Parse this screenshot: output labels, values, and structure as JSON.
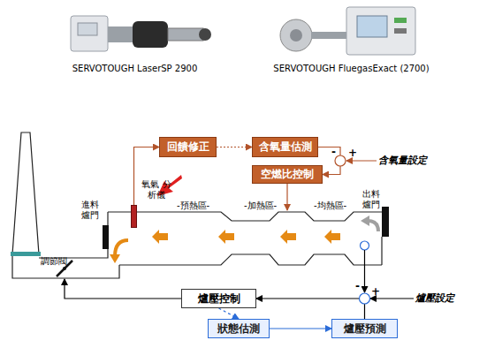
{
  "diagram": {
    "nodes": [
      {
        "text": [
          "回饋修正"
        ]
      },
      {
        "text": [
          "含氧量估測"
        ]
      },
      {
        "text": [
          "空燃比控制"
        ]
      },
      {
        "text": [
          "氧氣 分析儀"
        ]
      },
      {
        "text": [
          "爐壓控制"
        ]
      },
      {
        "text": [
          "狀態估測"
        ]
      },
      {
        "text": [
          "爐壓預測"
        ]
      }
    ],
    "edges": [
      {
        "from": 3,
        "to": 0,
        "arrow": "to"
      },
      {
        "from": 0,
        "to": 1,
        "arrow": "to"
      },
      {
        "from": 1,
        "to": 2,
        "arrow": "to"
      },
      {
        "from": 6,
        "to": 4,
        "arrow": "to"
      },
      {
        "from": 5,
        "to": 6,
        "arrow": "to"
      },
      {
        "from": 4,
        "to": 5,
        "arrow": "to"
      }
    ],
    "labels": [
      "SERVOTOUGH LaserSP 2900",
      "SERVOTOUGH FluegasExact (2700)",
      "-預熱區-",
      "-加熱區-",
      "-均熱區-",
      "進料 爐門",
      "出料 爐門",
      "調節閥",
      "含氧量設定",
      "爐壓設定",
      "-",
      "+",
      "-",
      "+"
    ]
  }
}
